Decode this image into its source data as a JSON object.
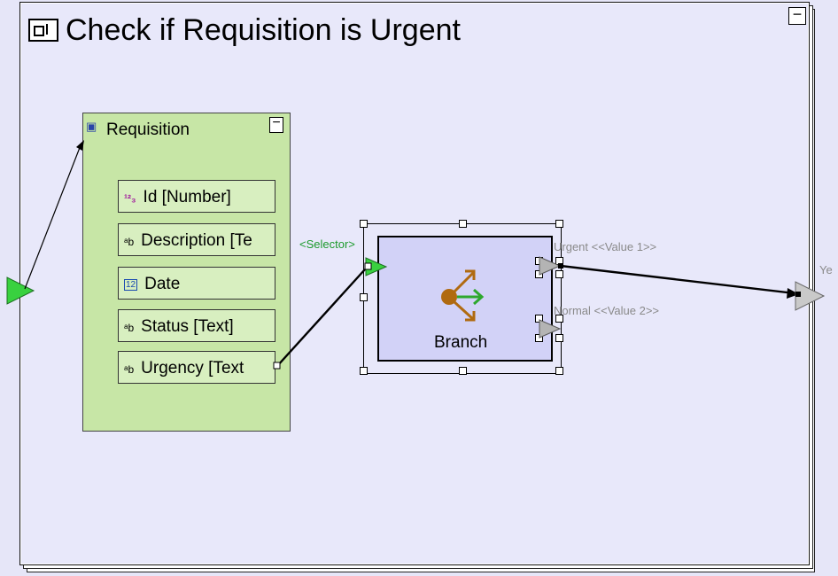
{
  "process": {
    "title": "Check if Requisition is Urgent",
    "collapse_glyph": "−"
  },
  "requisition": {
    "title": "Requisition",
    "collapse_glyph": "−",
    "fields": [
      {
        "type_glyph": "¹²₃",
        "label": "Id [Number]"
      },
      {
        "type_glyph": "ᵃb",
        "label": "Description [Te"
      },
      {
        "type_glyph": "12",
        "label": "Date"
      },
      {
        "type_glyph": "ᵃb",
        "label": "Status [Text]"
      },
      {
        "type_glyph": "ᵃb",
        "label": "Urgency [Text"
      }
    ]
  },
  "branch": {
    "label": "Branch",
    "selector_label": "<Selector>",
    "outputs": [
      {
        "label": "Urgent <<Value 1>>"
      },
      {
        "label": "Normal <<Value 2>>"
      }
    ]
  },
  "next_step_label": "Ye",
  "colors": {
    "start_port": "#39d13f",
    "branch_fill": "#d2d2f7",
    "requisition_fill": "#c7e6a6"
  }
}
